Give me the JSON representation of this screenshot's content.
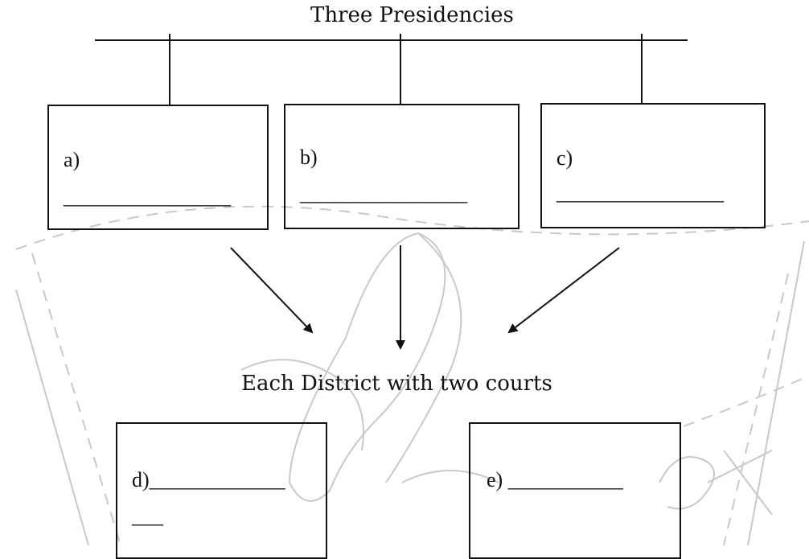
{
  "diagram": {
    "title": "Three Presidencies",
    "subtitle": "Each District with two courts",
    "boxes": [
      {
        "label": "a)",
        "blank": "________________"
      },
      {
        "label": "b)",
        "blank": "________________"
      },
      {
        "label": "c)",
        "blank": "________________"
      },
      {
        "label": "d)_____________",
        "blank": "___"
      },
      {
        "label": "e) ___________",
        "blank": ""
      }
    ]
  },
  "watermark": {
    "color": "#c9c9c9"
  }
}
